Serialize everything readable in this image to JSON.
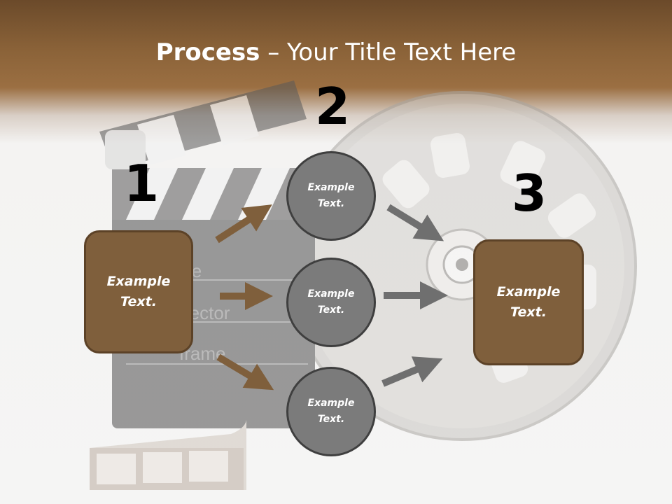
{
  "title": {
    "bold": "Process",
    "rest": "– Your Title Text Here"
  },
  "steps": {
    "one": "1",
    "two": "2",
    "three": "3"
  },
  "left_box": {
    "text": "Example Text."
  },
  "circles": [
    {
      "text": "Example Text."
    },
    {
      "text": "Example Text."
    },
    {
      "text": "Example Text."
    }
  ],
  "right_box": {
    "text": "Example Text."
  },
  "clapboard": {
    "lines": [
      "le",
      "rector",
      "frame"
    ]
  },
  "colors": {
    "header": "#8a6238",
    "box_fill": "#7f5f3c",
    "circle_fill": "#7b7b7b",
    "arrow_brown": "#7f5f3c",
    "arrow_gray": "#6f6f6f"
  }
}
